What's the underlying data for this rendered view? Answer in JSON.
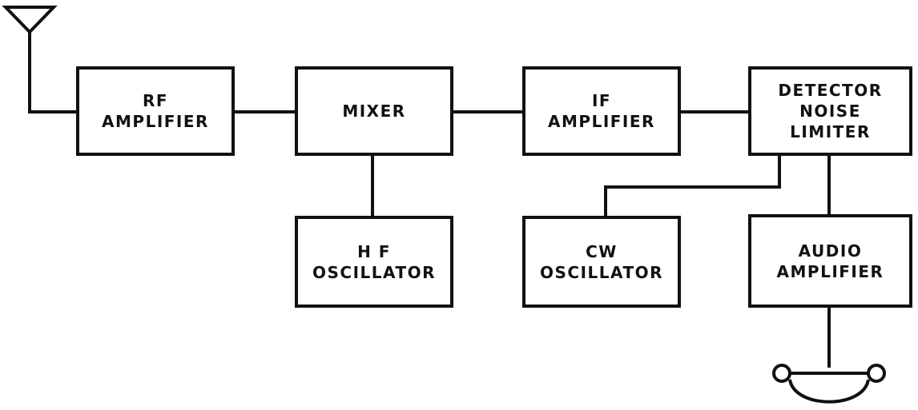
{
  "blocks": {
    "rf_amplifier": [
      "RF",
      "AMPLIFIER"
    ],
    "mixer": [
      "MIXER"
    ],
    "if_amplifier": [
      "IF",
      "AMPLIFIER"
    ],
    "detector": [
      "DETECTOR",
      "NOISE",
      "LIMITER"
    ],
    "hf_oscillator": [
      "H F",
      "OSCILLATOR"
    ],
    "cw_oscillator": [
      "CW",
      "OSCILLATOR"
    ],
    "audio_amplifier": [
      "AUDIO",
      "AMPLIFIER"
    ]
  },
  "icons": {
    "antenna": "antenna-icon",
    "headphones": "headphones-icon"
  }
}
